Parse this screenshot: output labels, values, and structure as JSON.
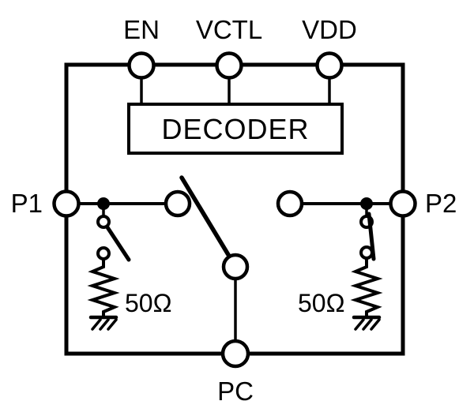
{
  "diagram": {
    "colors": {
      "ink": "#000000",
      "background": "#ffffff"
    },
    "pins": {
      "en": {
        "label": "EN"
      },
      "vctl": {
        "label": "VCTL"
      },
      "vdd": {
        "label": "VDD"
      },
      "p1": {
        "label": "P1"
      },
      "p2": {
        "label": "P2"
      },
      "pc": {
        "label": "PC"
      }
    },
    "blocks": {
      "decoder": {
        "label": "DECODER"
      }
    },
    "resistors": {
      "left": {
        "label": "50Ω"
      },
      "right": {
        "label": "50Ω"
      }
    }
  }
}
